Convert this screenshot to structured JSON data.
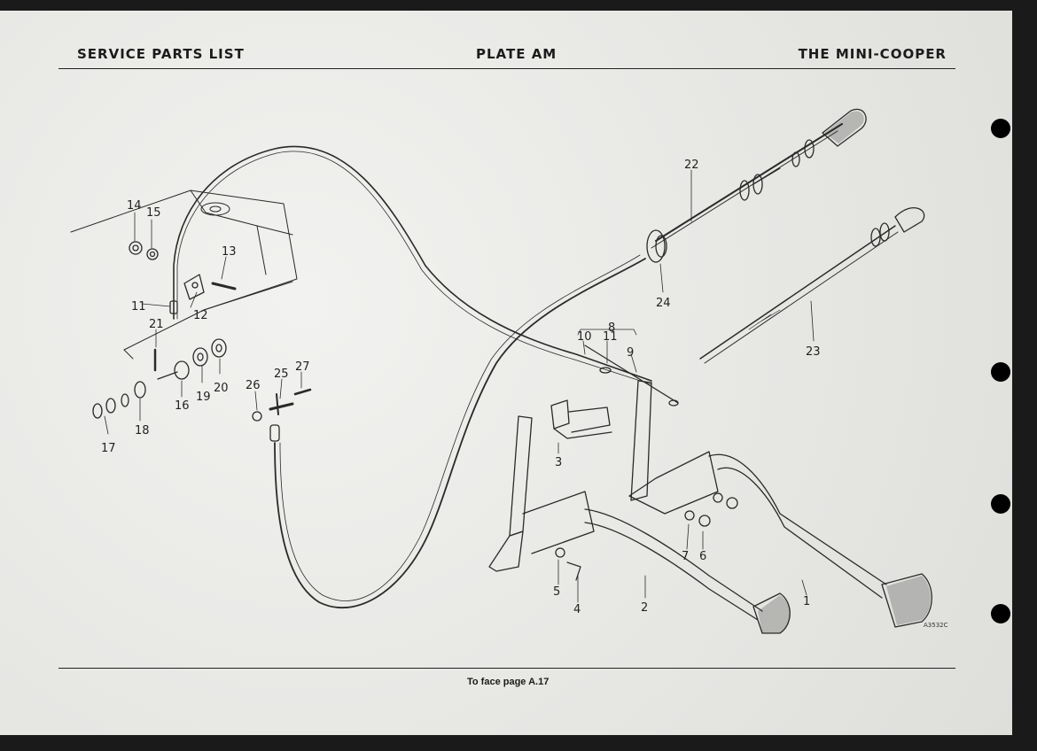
{
  "header": {
    "left": "SERVICE PARTS LIST",
    "center": "PLATE AM",
    "right": "THE MINI-COOPER"
  },
  "footer": {
    "text": "To face page A.17"
  },
  "diagram": {
    "figure_code": "A3532C",
    "callouts": [
      "1",
      "2",
      "3",
      "4",
      "5",
      "6",
      "7",
      "8",
      "9",
      "10",
      "11",
      "11",
      "12",
      "13",
      "14",
      "15",
      "16",
      "17",
      "18",
      "19",
      "20",
      "21",
      "22",
      "23",
      "24",
      "25",
      "26",
      "27"
    ]
  }
}
